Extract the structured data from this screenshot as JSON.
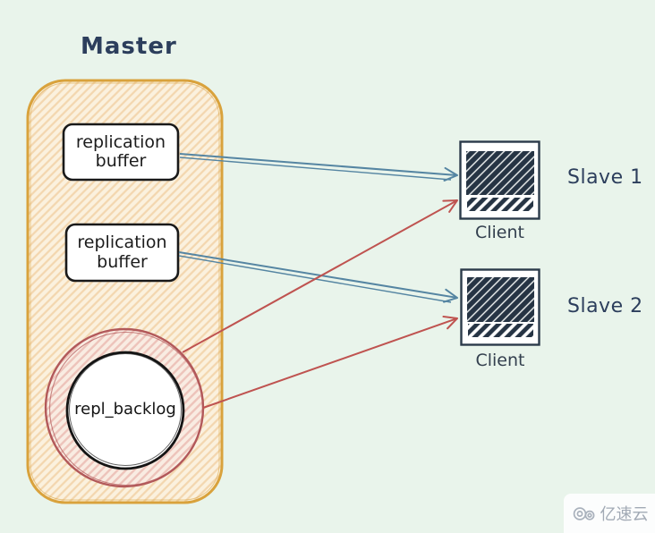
{
  "background": "#e9f4eb",
  "colors": {
    "arrow_replication_blue": "#5585a2",
    "arrow_backlog_red": "#bf5350",
    "master_border": "#d9a23c",
    "master_hatch_fill": "#f3d6ae",
    "backlog_ring": "#b2595a",
    "backlog_ring_hatch": "#edc3ba",
    "client_scribble": "#263444",
    "heading_text": "#2c3e5c",
    "body_text": "#1c1c1c",
    "watermark_gray": "#a2aab5"
  },
  "master": {
    "label": "Master",
    "buffers": [
      "replication buffer",
      "replication buffer"
    ],
    "backlog_label": "repl_backlog"
  },
  "slaves": [
    {
      "name": "Slave 1",
      "client_label": "Client"
    },
    {
      "name": "Slave 2",
      "client_label": "Client"
    }
  ],
  "edges": [
    {
      "from": "replication-buffer-1",
      "to": "slave-1-client",
      "style": "blue-double-line-arrow"
    },
    {
      "from": "replication-buffer-2",
      "to": "slave-2-client",
      "style": "blue-double-line-arrow"
    },
    {
      "from": "repl-backlog",
      "to": "slave-1-client",
      "style": "red-line-arrow"
    },
    {
      "from": "repl-backlog",
      "to": "slave-2-client",
      "style": "red-line-arrow"
    }
  ],
  "watermark": {
    "text": "亿速云",
    "icon": "cloud-logo-icon"
  }
}
